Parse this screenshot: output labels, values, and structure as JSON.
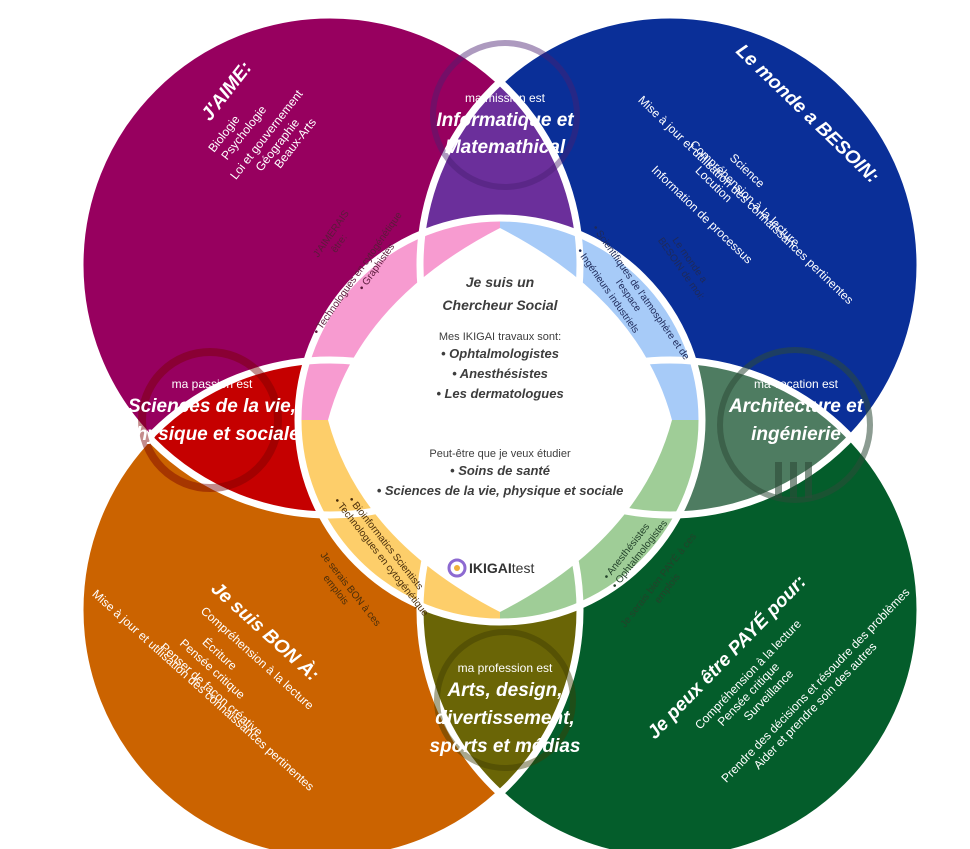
{
  "colors": {
    "love": "#97005f",
    "world": "#0a2f98",
    "paid": "#045d2b",
    "good": "#cb6300",
    "mission": "#6b2f9b",
    "vocation": "#4e7c61",
    "profession": "#6a6506",
    "passion": "#c50000",
    "pink": "#f79bd0",
    "lightblue": "#a7cbf8",
    "lightgreen": "#9fcd97",
    "yellow": "#fdce6a"
  },
  "love": {
    "title": "J'AIME:",
    "items": [
      "Biologie",
      "Psychologie",
      "Loi et gouvernement",
      "Géographie",
      "Beaux-Arts"
    ]
  },
  "world": {
    "title": "Le monde a BESOIN:",
    "items": [
      "Science",
      "Compréhension à la lecture",
      "Locution",
      "Mise à jour et utilisation des connaissances pertinentes",
      "Information de processus"
    ]
  },
  "good": {
    "title": "Je suis BON À:",
    "items": [
      "Compréhension à la lecture",
      "Écriture",
      "Pensée critique",
      "Penser de façon créative",
      "Mise à jour et utilisation des connaissances pertinentes"
    ]
  },
  "paid": {
    "title": "Je peux être PAYÉ pour:",
    "items": [
      "Compréhension à la lecture",
      "Pensée critique",
      "Surveillance",
      "Prendre des décisions et résoudre des problèmes",
      "Aider et prendre soin des autres"
    ]
  },
  "mission": {
    "label": "ma mission est",
    "line1": "Informatique et",
    "line2": "Matemathical"
  },
  "passion": {
    "label": "ma passion est",
    "line1": "Sciences de la vie,",
    "line2": "physique et sociale"
  },
  "vocation": {
    "label": "ma vocation est",
    "line1": "Architecture et",
    "line2": "ingénierie"
  },
  "profession": {
    "label": "ma profession est",
    "line1": "Arts, design,",
    "line2": "divertissement,",
    "line3": "sports et médias"
  },
  "pink": {
    "line1": "J'AIMERAIS",
    "line2": "être:",
    "item1": "• Technologues en cytogénétique",
    "item2": "• Graphistes"
  },
  "lightblue": {
    "line1": "Le monde a",
    "line2": "BESOIN de moi:",
    "item1": "• Scientifiques de l'atmosphère et de",
    "item1b": "l'espace",
    "item2": "• Ingénieurs industriels"
  },
  "yellow": {
    "line1": "Je serais BON à ces",
    "line2": "emplois",
    "item1": "• Bioinformatics Scientists",
    "item2": "• Technologues en cytogénétique"
  },
  "lightgreen": {
    "line1": "Je serais bien PAYÉ à ces",
    "line2": "emplois",
    "item1": "• Anesthésistes",
    "item2": "• Ophtalmologistes"
  },
  "center": {
    "title1": "Je suis un",
    "title2": "Chercheur Social",
    "jobs_label": "Mes IKIGAI travaux sont:",
    "jobs": [
      "• Ophtalmologistes",
      "• Anesthésistes",
      "• Les dermatologues"
    ],
    "study_label": "Peut-être que je veux étudier",
    "study": [
      "• Soins de santé",
      "• Sciences de la vie, physique et sociale"
    ],
    "logo_text": "IKIGAI",
    "logo_text2": "test"
  }
}
